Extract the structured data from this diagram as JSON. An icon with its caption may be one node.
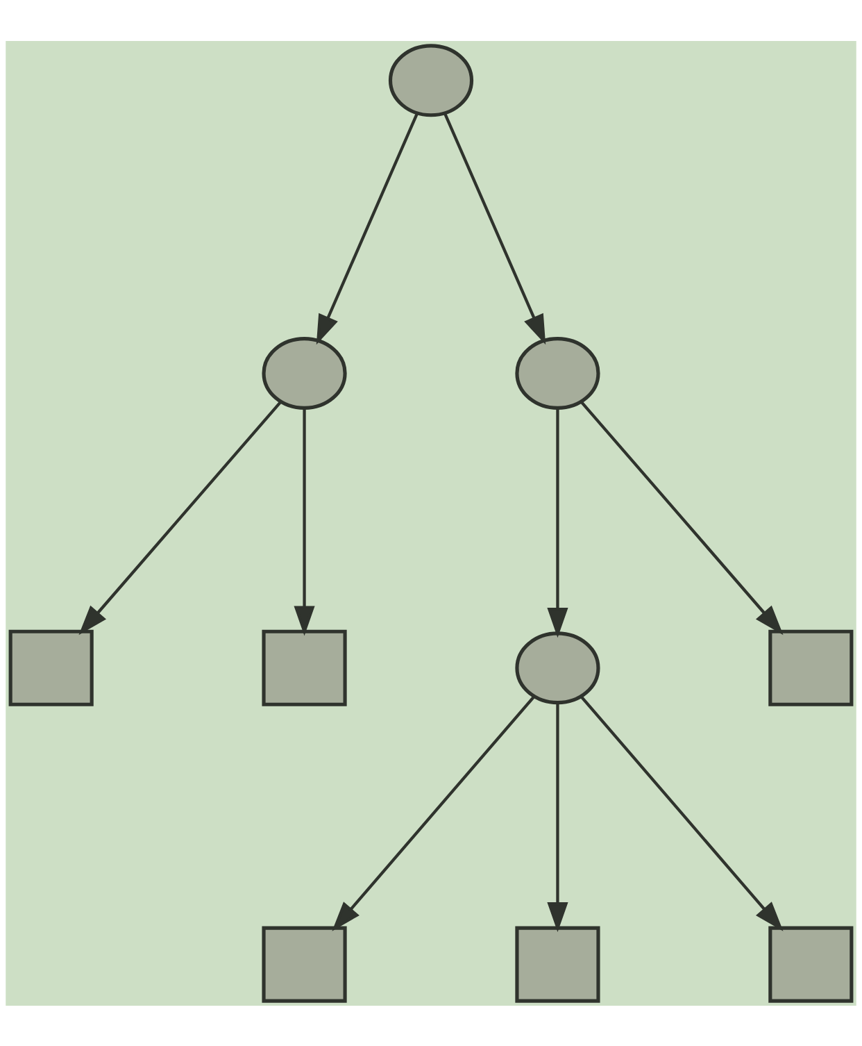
{
  "diagram": {
    "nodes": [
      {
        "text": [],
        "shape": "circle"
      },
      {
        "text": [],
        "shape": "circle"
      },
      {
        "text": [],
        "shape": "circle"
      },
      {
        "text": [],
        "shape": "box"
      },
      {
        "text": [],
        "shape": "box"
      },
      {
        "text": [],
        "shape": "circle"
      },
      {
        "text": [],
        "shape": "box"
      },
      {
        "text": [],
        "shape": "box"
      },
      {
        "text": [],
        "shape": "box"
      },
      {
        "text": [],
        "shape": "box"
      }
    ],
    "edges": [
      {
        "from": 0,
        "to": 1,
        "arrow": "to"
      },
      {
        "from": 0,
        "to": 2,
        "arrow": "to"
      },
      {
        "from": 1,
        "to": 3,
        "arrow": "to"
      },
      {
        "from": 1,
        "to": 4,
        "arrow": "to"
      },
      {
        "from": 2,
        "to": 5,
        "arrow": "to"
      },
      {
        "from": 2,
        "to": 6,
        "arrow": "to"
      },
      {
        "from": 5,
        "to": 7,
        "arrow": "to"
      },
      {
        "from": 5,
        "to": 8,
        "arrow": "to"
      },
      {
        "from": 5,
        "to": 9,
        "arrow": "to"
      }
    ]
  }
}
